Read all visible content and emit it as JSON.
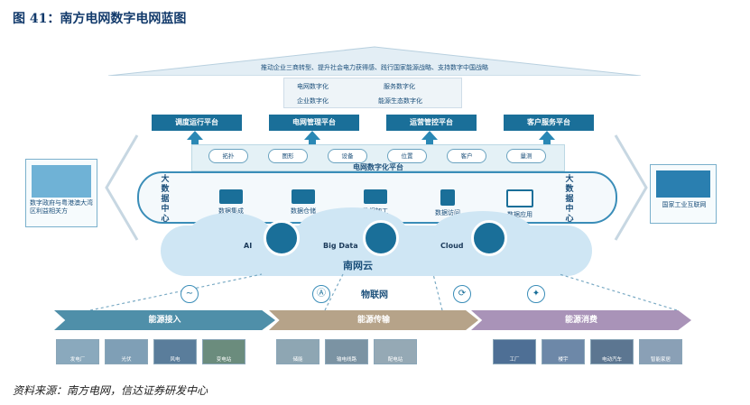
{
  "figure": {
    "title": "图 41：南方电网数字电网蓝图",
    "source": "资料来源：南方电网，信达证券研发中心"
  },
  "top_banner": "推动企业三商转型、提升社会电力获得感、践行国家能源战略、支持数字中国战略",
  "digitalization": [
    "电网数字化",
    "服务数字化",
    "企业数字化",
    "能源生态数字化"
  ],
  "platforms": [
    "调度运行平台",
    "电网管理平台",
    "运营管控平台",
    "客户服务平台"
  ],
  "digital_platform": {
    "label": "电网数字化平台",
    "tags": [
      "拓扑",
      "图形",
      "设备",
      "位置",
      "客户",
      "量测"
    ]
  },
  "big_data_center": {
    "side_label": "大数据中心",
    "items": [
      "数据集成",
      "数据仓储",
      "数据加工",
      "数据访问",
      "数据应用"
    ]
  },
  "cloud": {
    "name": "南网云",
    "nodes": [
      "AI",
      "Big Data",
      "Cloud"
    ]
  },
  "iot": {
    "label": "物联网"
  },
  "bands": [
    "能源接入",
    "能源传输",
    "能源消费"
  ],
  "thumbnails": [
    "发电厂",
    "光伏",
    "风电",
    "变电站",
    "储能",
    "输电线路",
    "配电站",
    "工厂",
    "楼宇",
    "电动汽车",
    "智能家居"
  ],
  "left_card": {
    "text": "数字政府与粤港澳大湾区利益相关方"
  },
  "right_card": {
    "text": "国家工业互联网"
  },
  "colors": {
    "primary": "#1a6f99",
    "accent": "#3a8db8",
    "band_access": "#4f8fa9",
    "band_transmit": "#b6a389",
    "band_consume": "#a993b8"
  }
}
